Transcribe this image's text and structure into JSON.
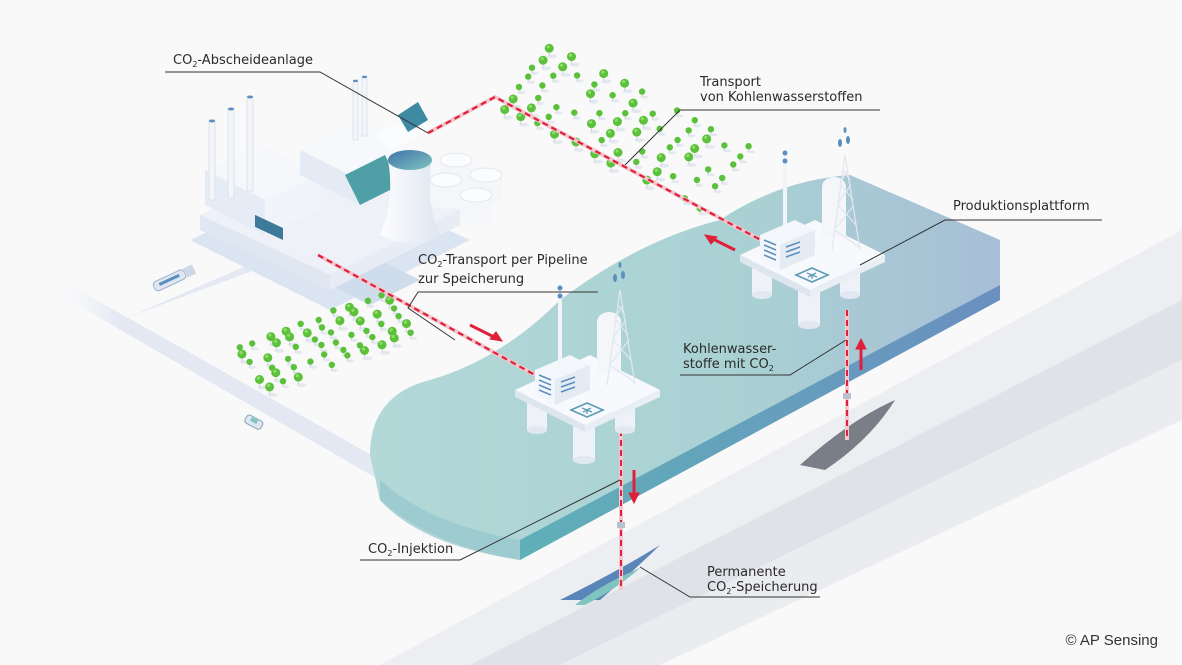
{
  "title": "CO2 capture, transport and permanent storage process",
  "labels": {
    "capture_plant": {
      "prefix": "CO",
      "sub": "2",
      "suffix": "-Abscheideanlage"
    },
    "hydrocarbon_transport": {
      "line1": "Transport",
      "line2": "von Kohlenwasserstoffen"
    },
    "pipeline_transport": {
      "line1_prefix": "CO",
      "line1_sub": "2",
      "line1_suffix": "-Transport per Pipeline",
      "line2": "zur Speicherung"
    },
    "production_platform": {
      "text": "Produktionsplattform"
    },
    "hydrocarbons_with_co2": {
      "line1": "Kohlenwasser-",
      "line2_prefix": "stoffe mit CO",
      "line2_sub": "2"
    },
    "co2_injection": {
      "prefix": "CO",
      "sub": "2",
      "suffix": "-Injektion"
    },
    "permanent_storage": {
      "line1": "Permanente",
      "line2_prefix": "CO",
      "line2_sub": "2",
      "line2_suffix": "-Speicherung"
    }
  },
  "copyright": "© AP Sensing",
  "colors": {
    "background": "#f9f9fa",
    "sea_light": "#afd5d6",
    "sea_dark": "#7bb7bd",
    "sea_blue": "#a9bfd6",
    "sea_edge": "#6f93bf",
    "pipeline": "#e0203a",
    "tree": "#5cc13a",
    "building": "#eef2f8",
    "building_shadow": "#d5e0ee",
    "co2_reservoir": "#5a85b8",
    "gas_reservoir": "#7a7f87",
    "leader_line": "#333333"
  },
  "icons": [
    "factory-icon",
    "cooling-tower-icon",
    "storage-tank-icon",
    "solar-panel-icon",
    "tanker-truck-icon",
    "car-icon",
    "tree-icon",
    "offshore-platform-icon",
    "helipad-icon",
    "antenna-tower-icon",
    "flow-arrow-icon"
  ]
}
